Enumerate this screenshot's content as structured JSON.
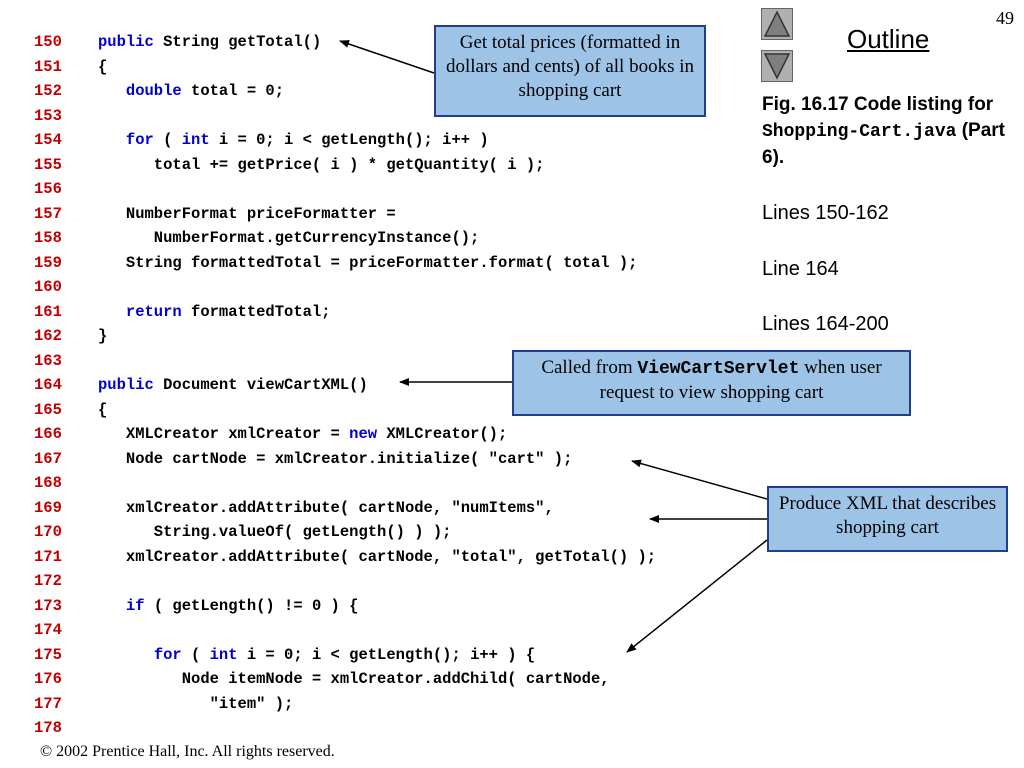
{
  "slide": {
    "page_number": "49",
    "outline_title": "Outline",
    "nav_up_icon": "triangle-up-icon",
    "nav_down_icon": "triangle-down-icon",
    "fig_title_prefix": "Fig. 16.17   Code listing for ",
    "fig_code": "Shopping-Cart.java",
    "fig_title_suffix": " (Part 6).",
    "side_lines": [
      "Lines 150-162",
      "Line 164",
      "Lines 164-200"
    ],
    "footer": "© 2002 Prentice Hall, Inc.  All rights reserved."
  },
  "callouts": {
    "get_total": "Get total prices (formatted in dollars and cents) of all books in shopping cart",
    "called_from_pre": "Called from ",
    "called_from_code": "ViewCartServlet",
    "called_from_post": " when user request to view shopping cart",
    "produce_xml": "Produce XML that describes shopping cart"
  },
  "code_lines": [
    {
      "n": "150",
      "t": [
        {
          "k": 1,
          "s": "public"
        },
        {
          "s": " String getTotal()"
        }
      ]
    },
    {
      "n": "151",
      "t": [
        {
          "s": "{"
        }
      ]
    },
    {
      "n": "152",
      "t": [
        {
          "s": "   "
        },
        {
          "k": 1,
          "s": "double"
        },
        {
          "s": " total = 0;"
        }
      ]
    },
    {
      "n": "153",
      "t": []
    },
    {
      "n": "154",
      "t": [
        {
          "s": "   "
        },
        {
          "k": 1,
          "s": "for"
        },
        {
          "s": " ( "
        },
        {
          "k": 1,
          "s": "int"
        },
        {
          "s": " i = 0; i < getLength(); i++ )"
        }
      ]
    },
    {
      "n": "155",
      "t": [
        {
          "s": "      total += getPrice( i ) * getQuantity( i );"
        }
      ]
    },
    {
      "n": "156",
      "t": []
    },
    {
      "n": "157",
      "t": [
        {
          "s": "   NumberFormat priceFormatter ="
        }
      ]
    },
    {
      "n": "158",
      "t": [
        {
          "s": "      NumberFormat.getCurrencyInstance();"
        }
      ]
    },
    {
      "n": "159",
      "t": [
        {
          "s": "   String formattedTotal = priceFormatter.format( total );"
        }
      ]
    },
    {
      "n": "160",
      "t": []
    },
    {
      "n": "161",
      "t": [
        {
          "s": "   "
        },
        {
          "k": 1,
          "s": "return"
        },
        {
          "s": " formattedTotal;"
        }
      ]
    },
    {
      "n": "162",
      "t": [
        {
          "s": "}"
        }
      ]
    },
    {
      "n": "163",
      "t": []
    },
    {
      "n": "164",
      "t": [
        {
          "k": 1,
          "s": "public"
        },
        {
          "s": " Document viewCartXML()"
        }
      ]
    },
    {
      "n": "165",
      "t": [
        {
          "s": "{"
        }
      ]
    },
    {
      "n": "166",
      "t": [
        {
          "s": "   XMLCreator xmlCreator = "
        },
        {
          "k": 1,
          "s": "new"
        },
        {
          "s": " XMLCreator();"
        }
      ]
    },
    {
      "n": "167",
      "t": [
        {
          "s": "   Node cartNode = xmlCreator.initialize( \"cart\" );"
        }
      ]
    },
    {
      "n": "168",
      "t": []
    },
    {
      "n": "169",
      "t": [
        {
          "s": "   xmlCreator.addAttribute( cartNode, \"numItems\","
        }
      ]
    },
    {
      "n": "170",
      "t": [
        {
          "s": "      String.valueOf( getLength() ) );"
        }
      ]
    },
    {
      "n": "171",
      "t": [
        {
          "s": "   xmlCreator.addAttribute( cartNode, \"total\", getTotal() );"
        }
      ]
    },
    {
      "n": "172",
      "t": []
    },
    {
      "n": "173",
      "t": [
        {
          "s": "   "
        },
        {
          "k": 1,
          "s": "if"
        },
        {
          "s": " ( getLength() != 0 ) {"
        }
      ]
    },
    {
      "n": "174",
      "t": []
    },
    {
      "n": "175",
      "t": [
        {
          "s": "      "
        },
        {
          "k": 1,
          "s": "for"
        },
        {
          "s": " ( "
        },
        {
          "k": 1,
          "s": "int"
        },
        {
          "s": " i = 0; i < getLength(); i++ ) {"
        }
      ]
    },
    {
      "n": "176",
      "t": [
        {
          "s": "         Node itemNode = xmlCreator.addChild( cartNode,"
        }
      ]
    },
    {
      "n": "177",
      "t": [
        {
          "s": "            \"item\" );"
        }
      ]
    },
    {
      "n": "178",
      "t": []
    }
  ]
}
